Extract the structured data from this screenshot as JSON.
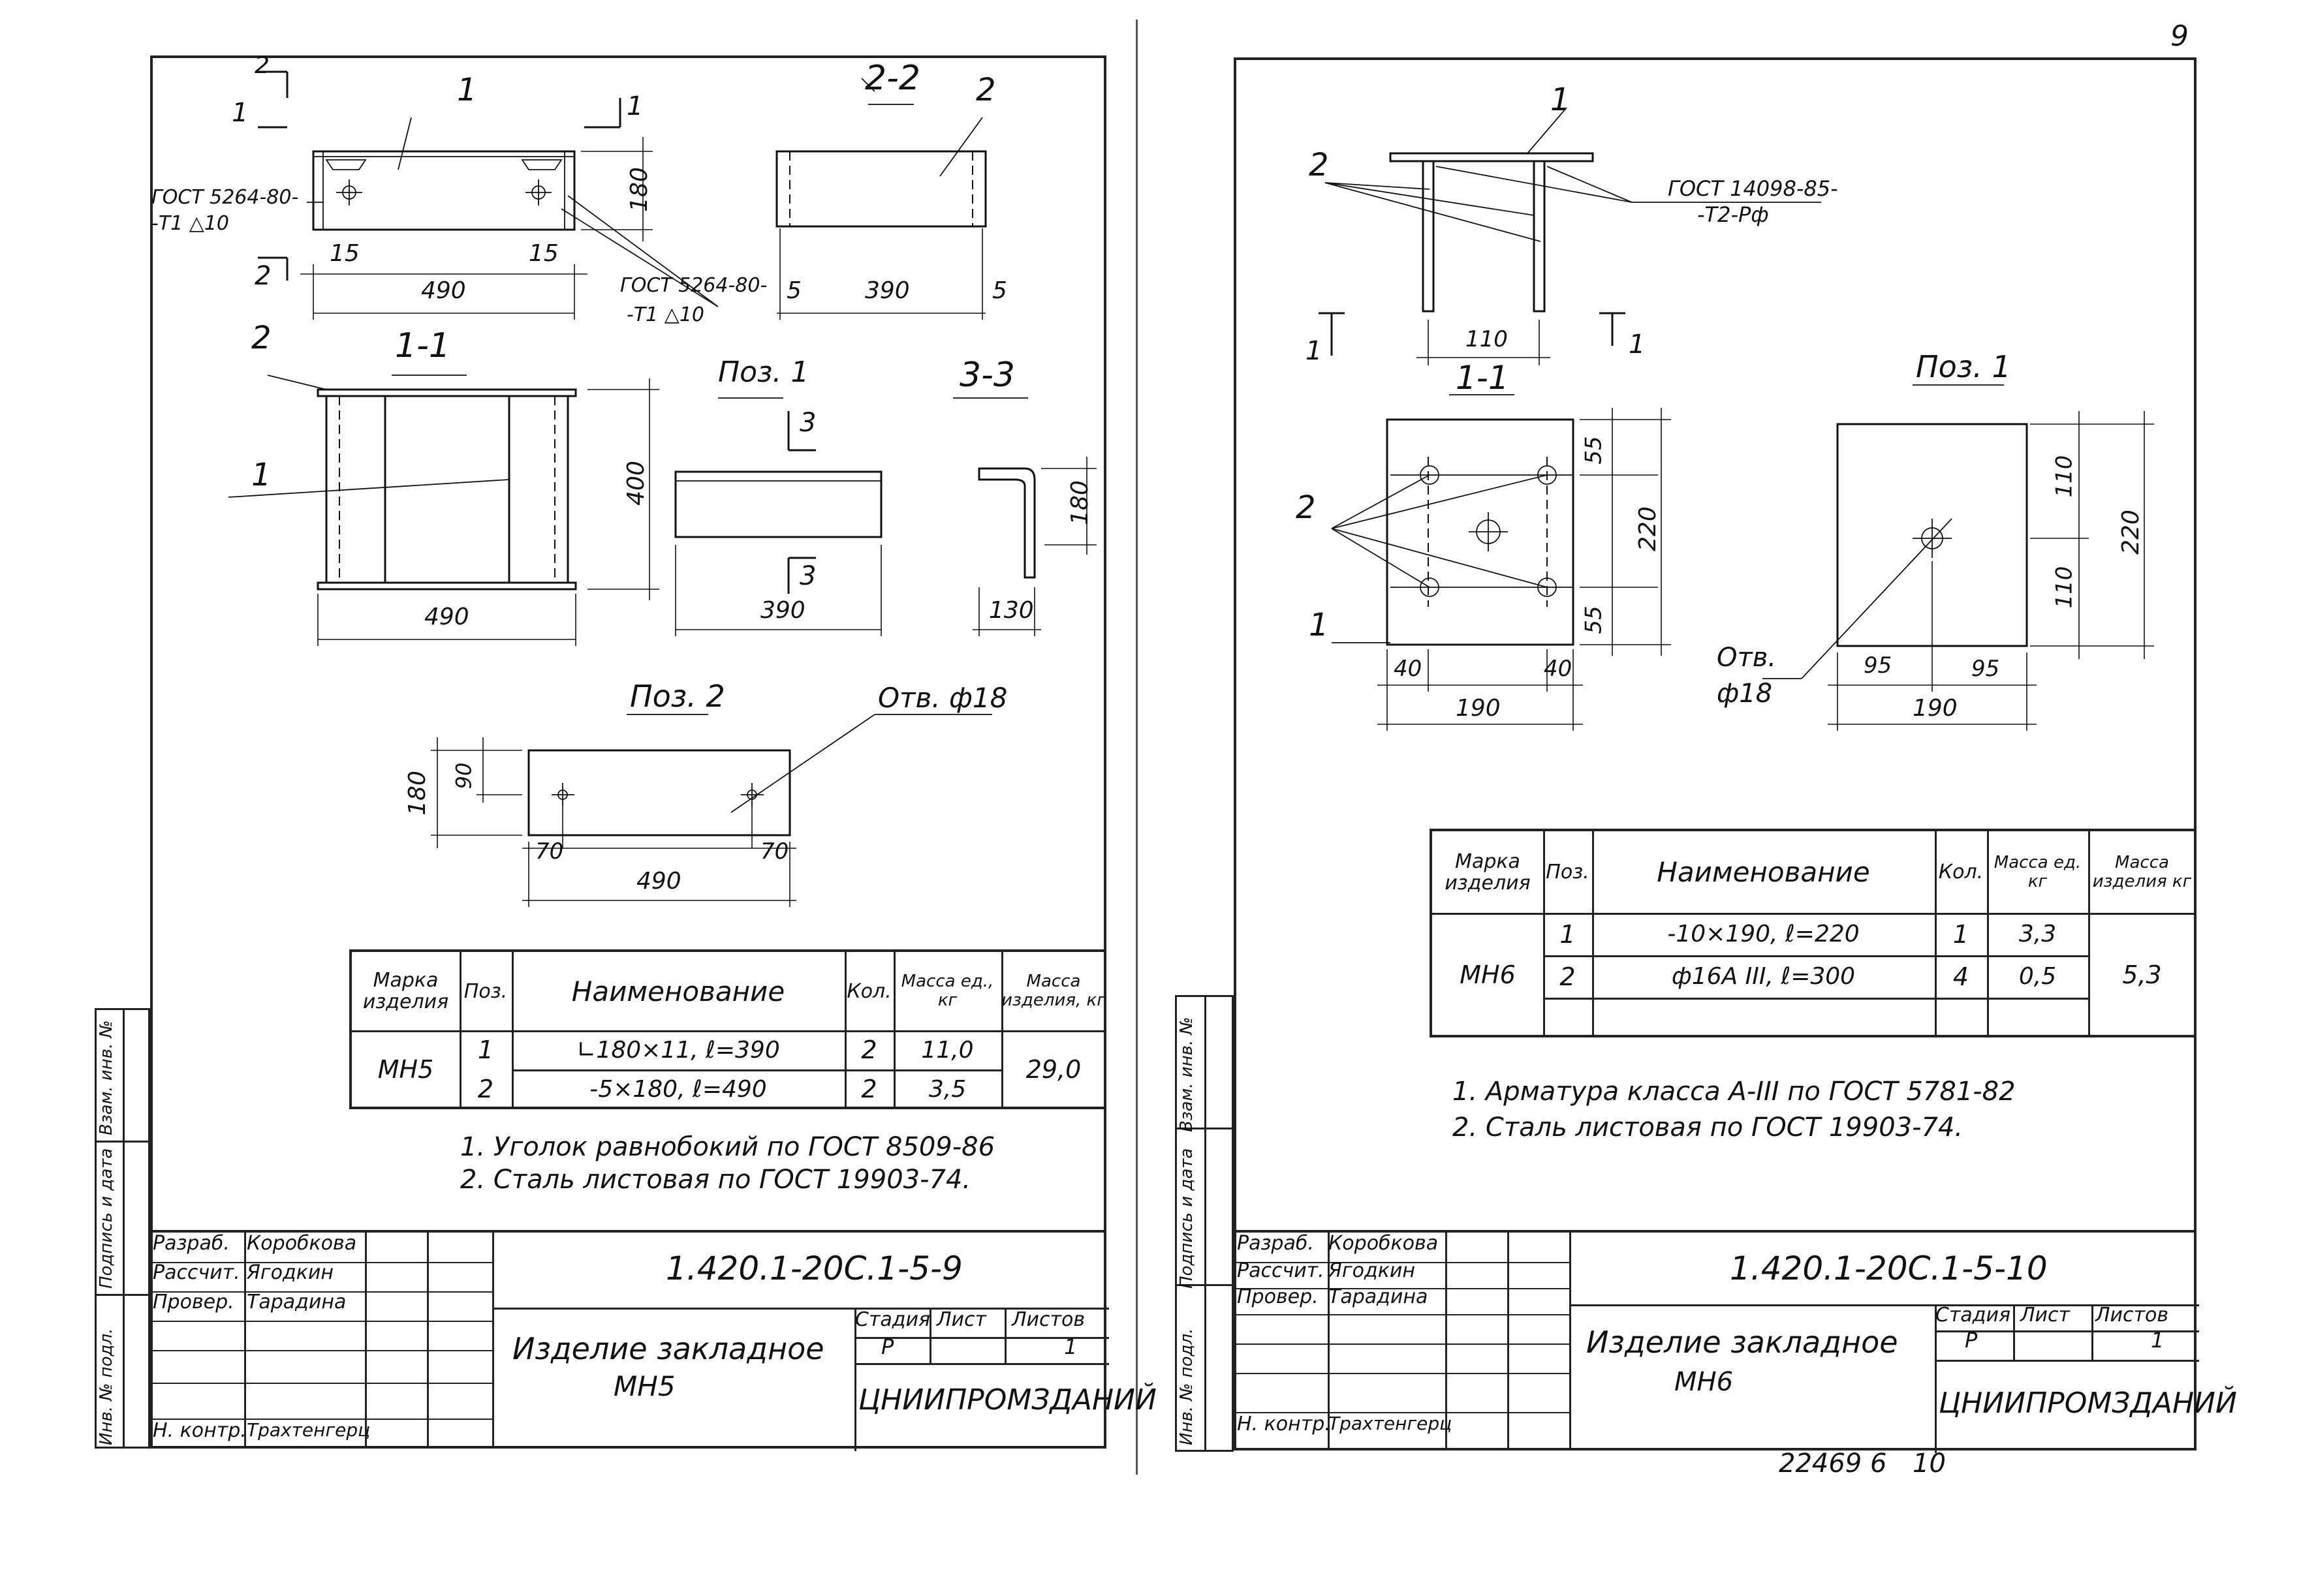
{
  "page_number": "9",
  "bottom_code": "22469 6",
  "bottom_num": "10",
  "side_strip": [
    "Инв. № подл.",
    "Подпись и дата",
    "Взам. инв. №"
  ],
  "left": {
    "section_labels": {
      "s22": "2-2",
      "s11": "1-1",
      "pos1": "Поз. 1",
      "s33": "3-3",
      "pos2": "Поз. 2"
    },
    "callouts": [
      "1",
      "2",
      "2",
      "1",
      "2",
      "1"
    ],
    "section_marks": [
      "2",
      "1",
      "1",
      "2",
      "3",
      "3"
    ],
    "weld_left": [
      "ГОСТ 5264-80-",
      "-Т1 △10"
    ],
    "weld_right": [
      "ГОСТ 5264-80-",
      "-Т1 △10"
    ],
    "hole_note": "Отв. ф18",
    "dims": {
      "plan_w": "490",
      "plan_h": "180",
      "edge_l": "15",
      "edge_r": "15",
      "s22_w": "390",
      "s22_a": "5",
      "s22_b": "5",
      "s11_w": "490",
      "s11_h": "400",
      "pos1_w": "390",
      "s33_w": "130",
      "s33_h": "180",
      "pos2_h": "180",
      "pos2_half": "90",
      "pos2_a": "70",
      "pos2_b": "70",
      "pos2_w": "490"
    },
    "spec": {
      "headers": [
        "Марка изделия",
        "Поз.",
        "Наименование",
        "Кол.",
        "Масса ед., кг",
        "Масса изделия, кг"
      ],
      "mark": "МН5",
      "total": "29,0",
      "rows": [
        {
          "pos": "1",
          "name": "∟180×11, ℓ=390",
          "qty": "2",
          "mass": "11,0"
        },
        {
          "pos": "2",
          "name": "-5×180, ℓ=490",
          "qty": "2",
          "mass": "3,5"
        }
      ]
    },
    "notes": [
      "1. Уголок равнобокий по ГОСТ 8509-86",
      "2. Сталь листовая по ГОСТ 19903-74."
    ],
    "title_block": {
      "roles": [
        "Разраб.",
        "Рассчит.",
        "Провер.",
        "",
        "",
        "Н. контр."
      ],
      "names": [
        "Коробкова",
        "Ягодкин",
        "Тарадина",
        "",
        "",
        "Трахтенгерц"
      ],
      "code": "1.420.1-20С.1-5-9",
      "title": [
        "Изделие закладное",
        "МН5"
      ],
      "stage_h": "Стадия",
      "sheet_h": "Лист",
      "sheets_h": "Листов",
      "stage": "Р",
      "sheets": "1",
      "org": "ЦНИИПРОМЗДАНИЙ"
    }
  },
  "right": {
    "section_labels": {
      "s11": "1-1",
      "pos1": "Поз. 1"
    },
    "callouts": [
      "1",
      "2",
      "2",
      "1"
    ],
    "section_marks": [
      "1",
      "1"
    ],
    "weld": [
      "ГОСТ 14098-85-",
      "-Т2-Рф"
    ],
    "hole_note": [
      "Отв.",
      "ф18"
    ],
    "dims": {
      "elev_w": "110",
      "plan_h": "220",
      "plan_t": "55",
      "plan_b": "55",
      "plan_a": "40",
      "plan_c": "40",
      "plan_w": "190",
      "pos1_h": "220",
      "pos1_t": "110",
      "pos1_b": "110",
      "pos1_a": "95",
      "pos1_c": "95",
      "pos1_w": "190"
    },
    "spec": {
      "headers": [
        "Марка изделия",
        "Поз.",
        "Наименование",
        "Кол.",
        "Масса ед. кг",
        "Масса изделия кг"
      ],
      "mark": "МН6",
      "total": "5,3",
      "rows": [
        {
          "pos": "1",
          "name": "-10×190, ℓ=220",
          "qty": "1",
          "mass": "3,3"
        },
        {
          "pos": "2",
          "name": "ф16А III, ℓ=300",
          "qty": "4",
          "mass": "0,5"
        }
      ]
    },
    "notes": [
      "1. Арматура класса А-III по ГОСТ 5781-82",
      "2. Сталь листовая по ГОСТ 19903-74."
    ],
    "title_block": {
      "roles": [
        "Разраб.",
        "Рассчит.",
        "Провер.",
        "",
        "",
        "Н. контр."
      ],
      "names": [
        "Коробкова",
        "Ягодкин",
        "Тарадина",
        "",
        "",
        "Трахтенгерц"
      ],
      "code": "1.420.1-20С.1-5-10",
      "title": [
        "Изделие закладное",
        "МН6"
      ],
      "stage_h": "Стадия",
      "sheet_h": "Лист",
      "sheets_h": "Листов",
      "stage": "Р",
      "sheets": "1",
      "org": "ЦНИИПРОМЗДАНИЙ"
    }
  }
}
